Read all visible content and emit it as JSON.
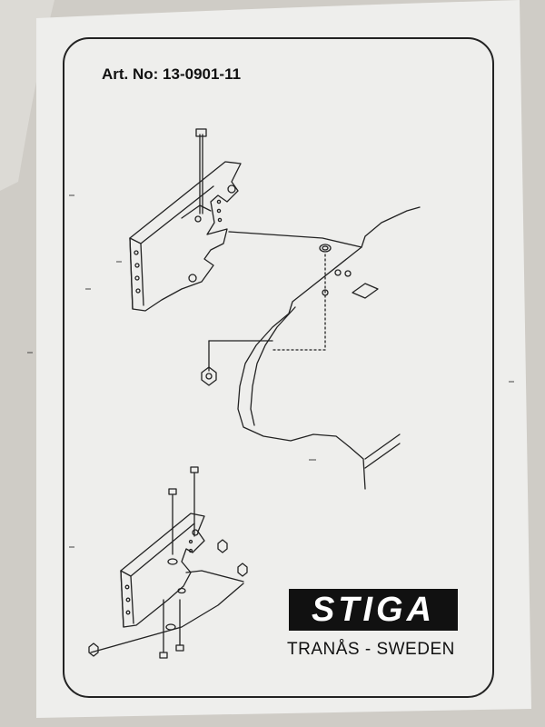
{
  "document": {
    "article_number": "Art. No: 13-0901-11",
    "brand": "STIGA",
    "location": "TRANÅS - SWEDEN"
  },
  "colors": {
    "paper": "#eeeeec",
    "line": "#222222",
    "logo_bg": "#111111",
    "background": "#c9c6c0"
  }
}
